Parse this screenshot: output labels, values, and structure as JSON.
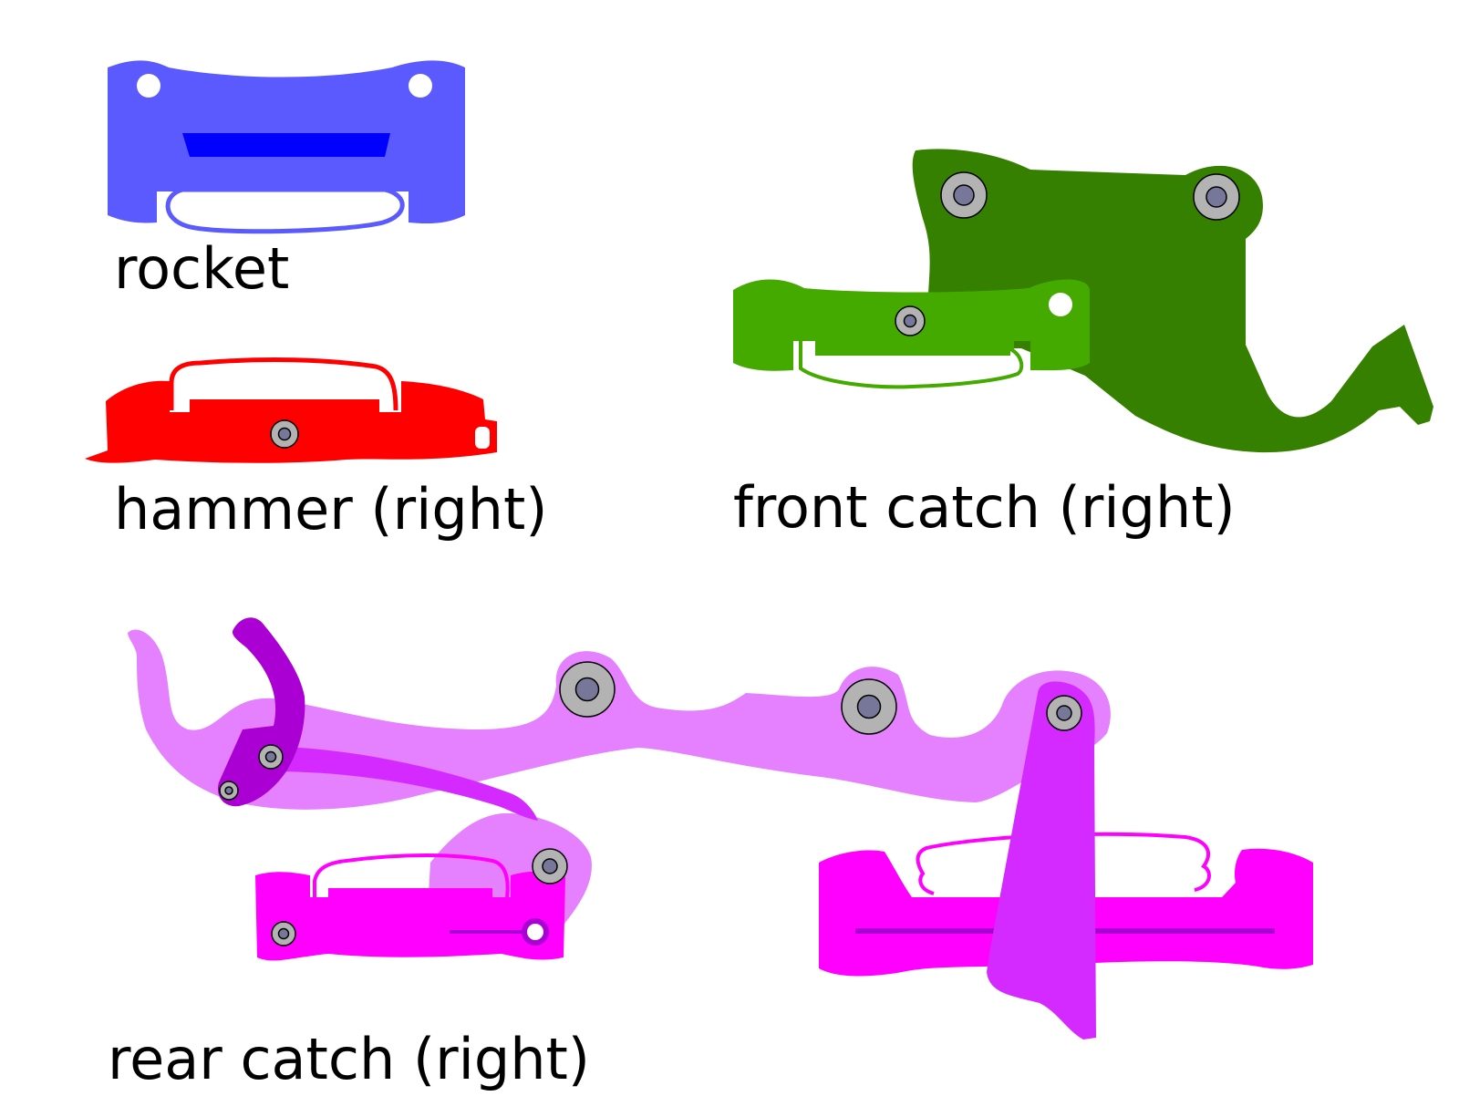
{
  "labels": {
    "rocket": "rocket",
    "hammer": "hammer (right)",
    "front_catch": "front catch (right)",
    "rear_catch": "rear catch (right)"
  },
  "colors": {
    "rocket": "#5a5aff",
    "rocket_slot": "#0000ff",
    "hammer": "#ff0000",
    "front_catch_plate": "#368000",
    "front_catch_body": "#44aa00",
    "rear_catch_lever": "#e580ff",
    "rear_catch_arm": "#d42aff",
    "rear_catch_hook": "#aa00d4",
    "rear_catch_body": "#ff00ff",
    "pin_outer": "#b3b3b3",
    "pin_inner": "#77779a"
  }
}
